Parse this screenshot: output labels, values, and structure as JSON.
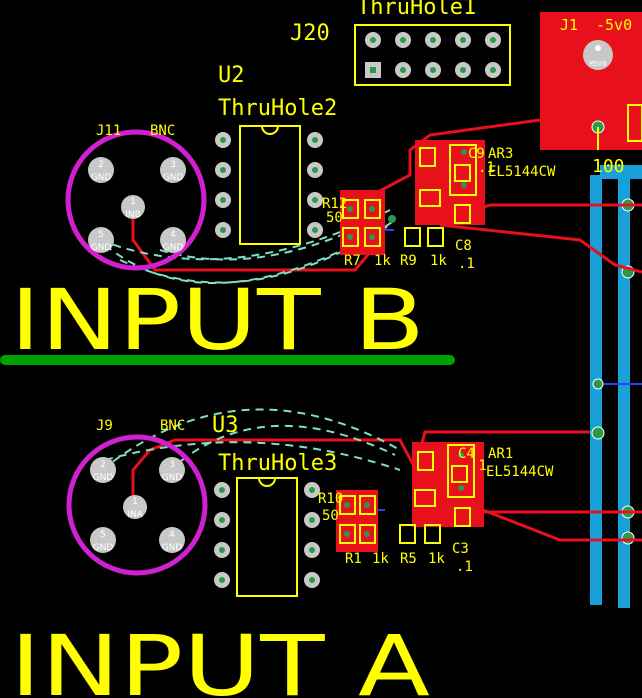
{
  "labels": {
    "title_b": "INPUT B",
    "title_a": "INPUT A",
    "j20": "J20",
    "thruhole1": "ThruHole1",
    "u2": "U2",
    "thruhole2": "ThruHole2",
    "j11": "J11",
    "bnc_b": "BNC",
    "j9": "J9",
    "bnc_a": "BNC",
    "u3": "U3",
    "thruhole3": "ThruHole3",
    "j1": "J1",
    "j1_net": "-5v0",
    "m5v0": "M5V0",
    "ar3": "AR3",
    "el_b": "EL5144CW",
    "ar1": "AR1",
    "el_a": "EL5144CW",
    "c9": "C9",
    "c9_val": ".1",
    "c8": "C8",
    "c8_val": ".1",
    "c4": "C4",
    "c4_val": ".1",
    "c3": "C3",
    "c3_val": ".1",
    "r12": "R12",
    "r12_val": "50",
    "r7": "R7",
    "r7_val": "1k",
    "r9": "R9",
    "r9_val": "1k",
    "r10": "R10",
    "r10_val": "50",
    "r1": "R1",
    "r1_val": "1k",
    "r5": "R5",
    "r5_val": "1k",
    "edge_text": "100"
  },
  "bnc_b_pins": {
    "p1": "1",
    "p1_net": "INB",
    "p2": "2",
    "p2_net": "GND",
    "p3": "3",
    "p3_net": "GND",
    "p4": "4",
    "p4_net": "GND",
    "p5": "5",
    "p5_net": "GND"
  },
  "bnc_a_pins": {
    "p1": "1",
    "p1_net": "INA",
    "p2": "2",
    "p2_net": "GND",
    "p3": "3",
    "p3_net": "GND",
    "p4": "4",
    "p4_net": "GND",
    "p5": "5",
    "p5_net": "GND"
  },
  "colors": {
    "background": "#000000",
    "silkscreen": "#ffff00",
    "copper_top": "#e8101a",
    "ground_trace": "#00a000",
    "blue_trace": "#1aa0d8",
    "ratsnest": "#80e0c0",
    "bnc_outline": "#d020d0"
  }
}
